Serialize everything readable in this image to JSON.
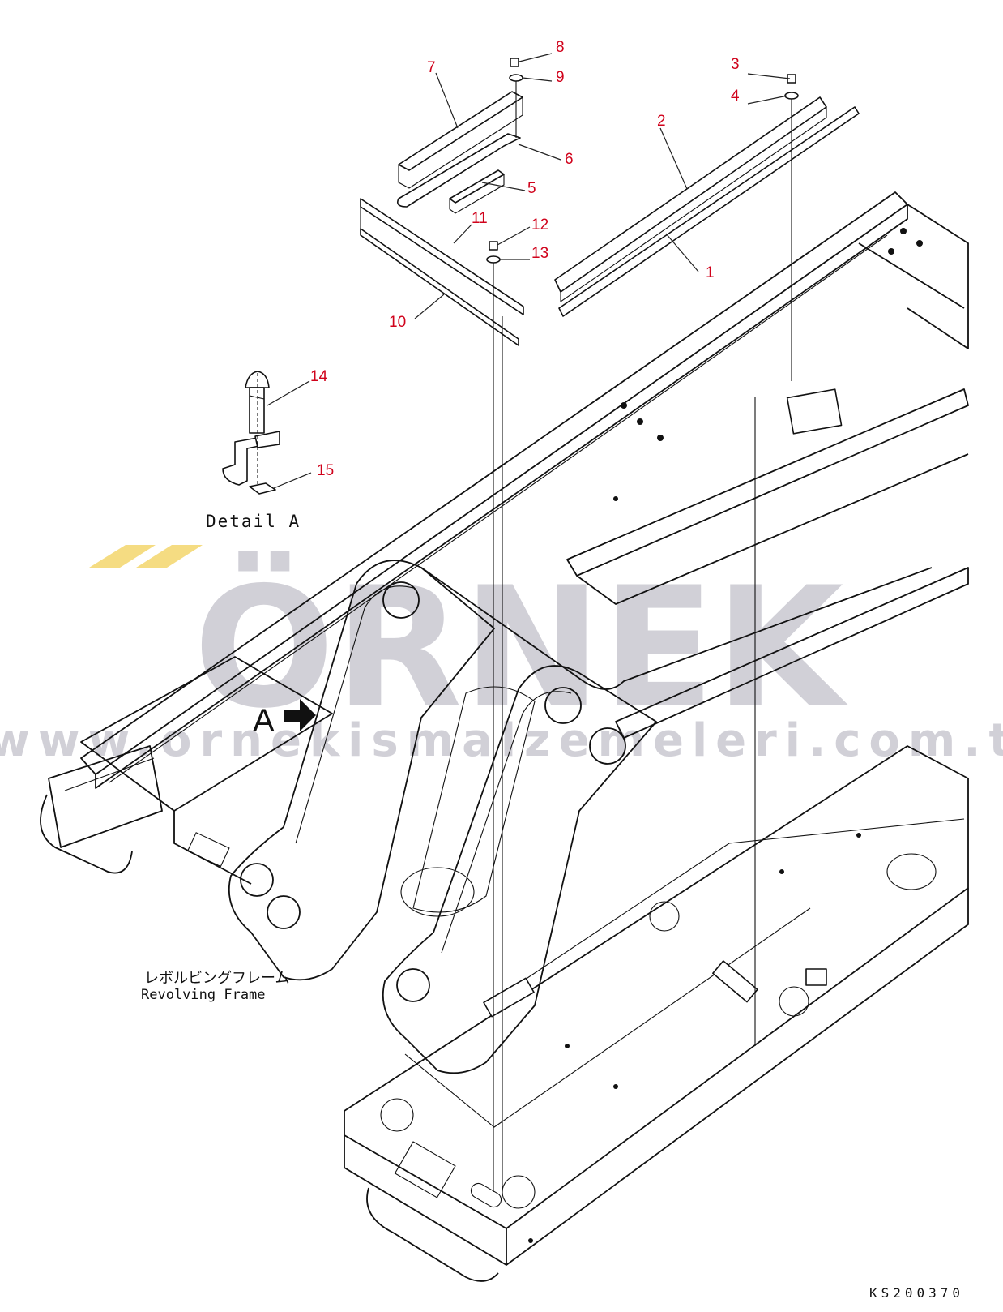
{
  "callouts": [
    {
      "id": "1",
      "label": "1"
    },
    {
      "id": "2",
      "label": "2"
    },
    {
      "id": "3",
      "label": "3"
    },
    {
      "id": "4",
      "label": "4"
    },
    {
      "id": "5",
      "label": "5"
    },
    {
      "id": "6",
      "label": "6"
    },
    {
      "id": "7",
      "label": "7"
    },
    {
      "id": "8",
      "label": "8"
    },
    {
      "id": "9",
      "label": "9"
    },
    {
      "id": "10",
      "label": "10"
    },
    {
      "id": "11",
      "label": "11"
    },
    {
      "id": "12",
      "label": "12"
    },
    {
      "id": "13",
      "label": "13"
    },
    {
      "id": "14",
      "label": "14"
    },
    {
      "id": "15",
      "label": "15"
    }
  ],
  "detail_label": "Detail A",
  "view_marker": "A",
  "frame_label_jp": "レボルビングフレーム",
  "frame_label_en": "Revolving Frame",
  "drawing_code": "KS200370",
  "watermark": {
    "brand": "ÖRNEK",
    "url": "www.ornekismalzemeleri.com.tr",
    "brand_color": "#c9c8d0",
    "accent_color": "#f5dc82"
  },
  "colors": {
    "callout": "#d0021b",
    "line": "#111111"
  }
}
